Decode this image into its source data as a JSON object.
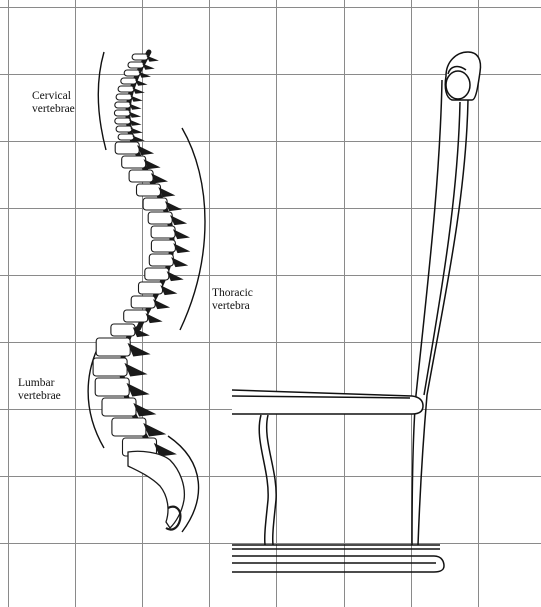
{
  "labels": {
    "cervical": [
      "Cervical",
      "vertebrae"
    ],
    "thoracic": [
      "Thoracic",
      "vertebra"
    ],
    "lumbar": [
      "Lumbar",
      "vertebrae"
    ]
  },
  "colors": {
    "grid": "#8a8a8a",
    "ink": "#111111",
    "bone_fill": "#ffffff",
    "bone_shadow": "#1a1a1a"
  }
}
